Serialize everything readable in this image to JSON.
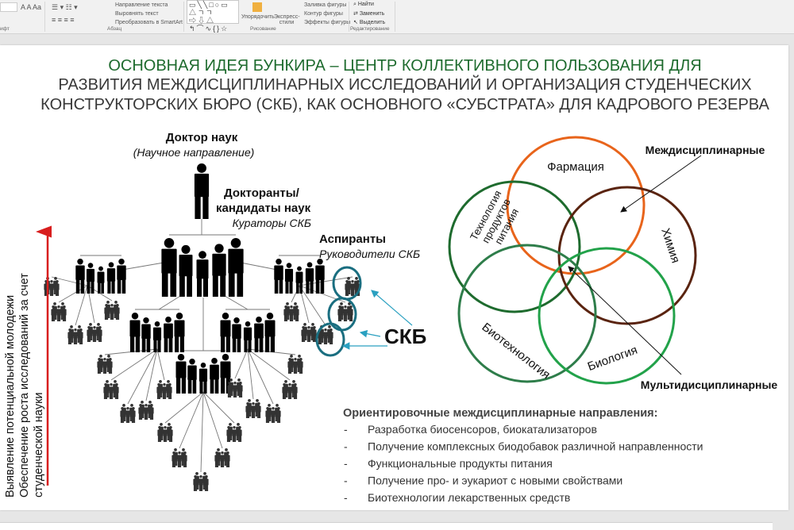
{
  "ribbon": {
    "groups": {
      "font": "ифт",
      "paragraph": "Абзац",
      "drawing": "Рисование",
      "editing": "Редактирование"
    },
    "paragraph": {
      "text_direction": "Направление текста",
      "align_text": "Выровнять текст",
      "smartart": "Преобразовать в SmartArt"
    },
    "drawing": {
      "arrange": "Упорядочить",
      "quick_styles": "Экспресс-стили",
      "fill": "Заливка фигуры",
      "outline": "Контур фигуры",
      "effects": "Эффекты фигуры"
    },
    "editing": {
      "find": "Найти",
      "replace": "Заменить",
      "select": "Выделить"
    },
    "font_sample": "A  A  Aa"
  },
  "slide": {
    "title": [
      "ОСНОВНАЯ ИДЕЯ БУНКИРА – ЦЕНТР КОЛЛЕКТИВНОГО ПОЛЬЗОВАНИЯ ДЛЯ",
      "РАЗВИТИЯ МЕЖДИСЦИПЛИНАРНЫХ ИССЛЕДОВАНИЙ И ОРГАНИЗАЦИЯ СТУДЕНЧЕСКИХ",
      "КОНСТРУКТОРСКИХ БЮРО (СКБ), КАК ОСНОВНОГО «СУБСТРАТА» ДЛЯ КАДРОВОГО РЕЗЕРВА"
    ],
    "title_colors": {
      "line1": "#1e6b2e",
      "rest": "#383838"
    },
    "hierarchy": {
      "doctor": "Доктор наук",
      "doctor_sub": "(Научное направление)",
      "candidates_1": "Докторанты/",
      "candidates_2": "кандидаты наук",
      "candidates_sub": "Кураторы СКБ",
      "postgrads": "Аспиранты",
      "postgrads_sub": "Руководители СКБ",
      "skb": "СКБ",
      "skb_color": "#1a6e80"
    },
    "axis_text": [
      "Выявление потенциальной молодежи",
      "Обеспечение роста исследований за счет",
      "студенческой науки"
    ],
    "axis_arrow_color": "#d81e1e",
    "venn": {
      "circles": [
        {
          "label": "Фармация",
          "color": "#e8641b"
        },
        {
          "label": "Технология продуктов питания",
          "lines": [
            "Технология",
            "продуктов",
            "питания"
          ],
          "color": "#1e6b2e"
        },
        {
          "label": "Химия",
          "color": "#5a2410"
        },
        {
          "label": "Биотехнология",
          "color": "#2e7d4a"
        },
        {
          "label": "Биология",
          "color": "#22a24a"
        }
      ],
      "interdisciplinary": "Междисциплинарные",
      "multidisciplinary": "Мультидисциплинарные"
    },
    "directions": {
      "heading": "Ориентировочные междисциплинарные направления:",
      "items": [
        "Разработка биосенсоров, биокатализаторов",
        "Получение комплексных биодобавок различной направленности",
        "Функциональные продукты питания",
        "Получение про- и эукариот с новыми свойствами",
        "Биотехнологии лекарственных средств"
      ],
      "bullet": "-"
    }
  }
}
